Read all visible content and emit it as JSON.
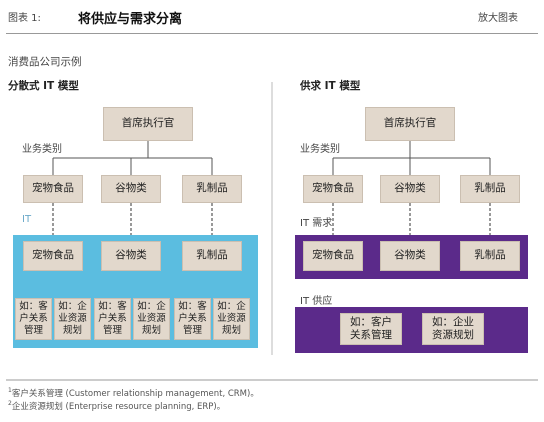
{
  "header": {
    "figure_label": "图表 1:",
    "title": "将供应与需求分离",
    "zoom_link": "放大图表",
    "subtitle": "消费品公司示例"
  },
  "left": {
    "title": "分散式 IT 模型",
    "ceo": "首席执行官",
    "business_label": "业务类别",
    "it_label": "IT",
    "business_units": [
      "宠物食品",
      "谷物类",
      "乳制品"
    ],
    "it_units": [
      "宠物食品",
      "谷物类",
      "乳制品"
    ],
    "systems": [
      {
        "crm": "如：客户关系管理",
        "erp": "如：企业资源规划"
      },
      {
        "crm": "如：客户关系管理",
        "erp": "如：企业资源规划"
      },
      {
        "crm": "如：客户关系管理",
        "erp": "如：企业资源规划"
      }
    ],
    "color": "#5bbde0"
  },
  "right": {
    "title": "供求 IT 模型",
    "ceo": "首席执行官",
    "business_label": "业务类别",
    "it_demand_label": "IT 需求",
    "it_supply_label": "IT 供应",
    "business_units": [
      "宠物食品",
      "谷物类",
      "乳制品"
    ],
    "demand_units": [
      "宠物食品",
      "谷物类",
      "乳制品"
    ],
    "supply_units": [
      "如：客户关系管理",
      "如：企业资源规划"
    ],
    "color": "#5b2a8a"
  },
  "footnotes": [
    "客户关系管理 (Customer relationship management, CRM)。",
    "企业资源规划 (Enterprise resource planning, ERP)。"
  ],
  "footnote_marks": [
    "1",
    "2"
  ]
}
